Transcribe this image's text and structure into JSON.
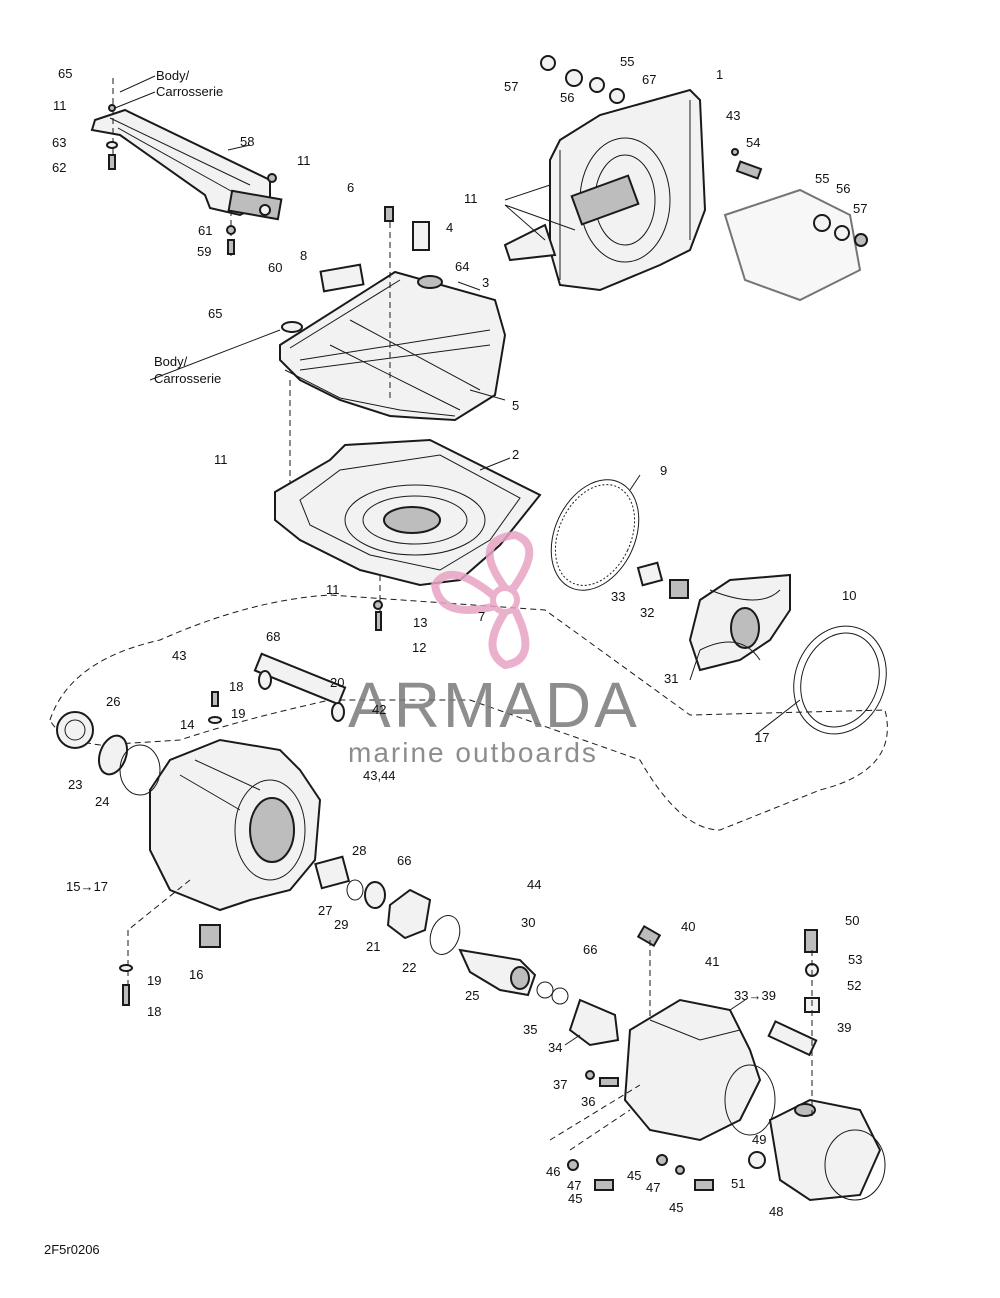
{
  "labels": {
    "body_top": "Body/",
    "carrosserie_top": "Carrosserie",
    "body_mid": "Body/",
    "carrosserie_mid": "Carrosserie",
    "figure_code": "2F5r0206"
  },
  "callouts": [
    {
      "id": "c65a",
      "text": "65"
    },
    {
      "id": "c11a",
      "text": "11"
    },
    {
      "id": "c63",
      "text": "63"
    },
    {
      "id": "c62",
      "text": "62"
    },
    {
      "id": "c58",
      "text": "58"
    },
    {
      "id": "c11b",
      "text": "11"
    },
    {
      "id": "c6",
      "text": "6"
    },
    {
      "id": "c61",
      "text": "61"
    },
    {
      "id": "c59",
      "text": "59"
    },
    {
      "id": "c60",
      "text": "60"
    },
    {
      "id": "c4",
      "text": "4"
    },
    {
      "id": "c64",
      "text": "64"
    },
    {
      "id": "c8",
      "text": "8"
    },
    {
      "id": "c3",
      "text": "3"
    },
    {
      "id": "c65b",
      "text": "65"
    },
    {
      "id": "c5",
      "text": "5"
    },
    {
      "id": "c57a",
      "text": "57"
    },
    {
      "id": "c56a",
      "text": "56"
    },
    {
      "id": "c55a",
      "text": "55"
    },
    {
      "id": "c67",
      "text": "67"
    },
    {
      "id": "c1",
      "text": "1"
    },
    {
      "id": "c43a",
      "text": "43"
    },
    {
      "id": "c54",
      "text": "54"
    },
    {
      "id": "c11c",
      "text": "11"
    },
    {
      "id": "c55b",
      "text": "55"
    },
    {
      "id": "c56b",
      "text": "56"
    },
    {
      "id": "c57b",
      "text": "57"
    },
    {
      "id": "c11d",
      "text": "11"
    },
    {
      "id": "c2",
      "text": "2"
    },
    {
      "id": "c9",
      "text": "9"
    },
    {
      "id": "c11e",
      "text": "11"
    },
    {
      "id": "c13",
      "text": "13"
    },
    {
      "id": "c12",
      "text": "12"
    },
    {
      "id": "c7",
      "text": "7"
    },
    {
      "id": "c33",
      "text": "33"
    },
    {
      "id": "c32",
      "text": "32"
    },
    {
      "id": "c10",
      "text": "10"
    },
    {
      "id": "c31",
      "text": "31"
    },
    {
      "id": "c17",
      "text": "17"
    },
    {
      "id": "c43b",
      "text": "43"
    },
    {
      "id": "c68",
      "text": "68"
    },
    {
      "id": "c18a",
      "text": "18"
    },
    {
      "id": "c20",
      "text": "20"
    },
    {
      "id": "c19a",
      "text": "19"
    },
    {
      "id": "c42",
      "text": "42"
    },
    {
      "id": "c26",
      "text": "26"
    },
    {
      "id": "c14",
      "text": "14"
    },
    {
      "id": "c23",
      "text": "23"
    },
    {
      "id": "c24",
      "text": "24"
    },
    {
      "id": "c4344",
      "text": "43,44"
    },
    {
      "id": "c1517",
      "text": "15→17"
    },
    {
      "id": "c28",
      "text": "28"
    },
    {
      "id": "c66a",
      "text": "66"
    },
    {
      "id": "c27",
      "text": "27"
    },
    {
      "id": "c29",
      "text": "29"
    },
    {
      "id": "c21",
      "text": "21"
    },
    {
      "id": "c44",
      "text": "44"
    },
    {
      "id": "c30",
      "text": "30"
    },
    {
      "id": "c22",
      "text": "22"
    },
    {
      "id": "c16",
      "text": "16"
    },
    {
      "id": "c19b",
      "text": "19"
    },
    {
      "id": "c18b",
      "text": "18"
    },
    {
      "id": "c40",
      "text": "40"
    },
    {
      "id": "c41",
      "text": "41"
    },
    {
      "id": "c66b",
      "text": "66"
    },
    {
      "id": "c25",
      "text": "25"
    },
    {
      "id": "c35",
      "text": "35"
    },
    {
      "id": "c34",
      "text": "34"
    },
    {
      "id": "c3339",
      "text": "33→39"
    },
    {
      "id": "c50",
      "text": "50"
    },
    {
      "id": "c53",
      "text": "53"
    },
    {
      "id": "c52",
      "text": "52"
    },
    {
      "id": "c39",
      "text": "39"
    },
    {
      "id": "c37",
      "text": "37"
    },
    {
      "id": "c36",
      "text": "36"
    },
    {
      "id": "c49",
      "text": "49"
    },
    {
      "id": "c46",
      "text": "46"
    },
    {
      "id": "c47a",
      "text": "47"
    },
    {
      "id": "c45a",
      "text": "45"
    },
    {
      "id": "c45b",
      "text": "45"
    },
    {
      "id": "c47b",
      "text": "47"
    },
    {
      "id": "c45c",
      "text": "45"
    },
    {
      "id": "c51",
      "text": "51"
    },
    {
      "id": "c48",
      "text": "48"
    }
  ],
  "watermark": {
    "brand": "ARMADA",
    "tagline": "marine outboards",
    "brand_color": "#7a7a7a",
    "logo_color": "#e8a4c4"
  }
}
